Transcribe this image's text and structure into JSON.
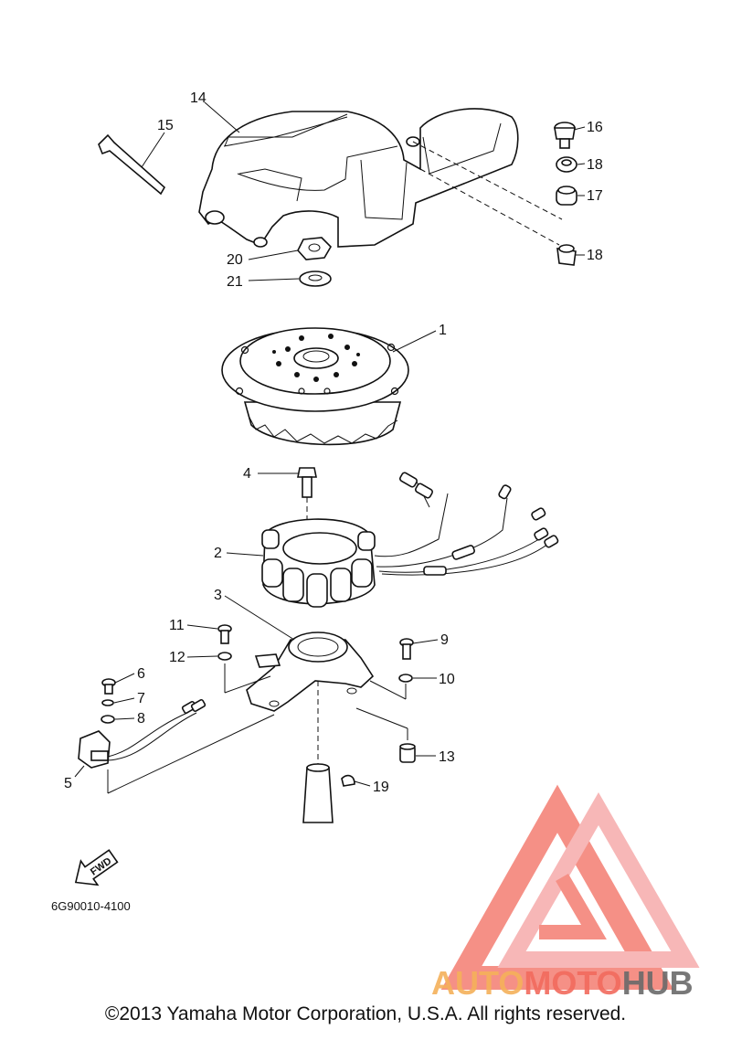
{
  "diagram_code": "6G90010-4100",
  "fwd_label": "FWD",
  "copyright": "©2013 Yamaha Motor Corporation, U.S.A. All rights reserved.",
  "watermark": {
    "word1": "AUTO",
    "word2": "MOTO",
    "word3": "HUB",
    "color_orange": "#f5b15a",
    "color_red": "#f26b5e",
    "color_grey": "#6a6a6a"
  },
  "callouts": {
    "c1": "1",
    "c2": "2",
    "c3": "3",
    "c4": "4",
    "c5": "5",
    "c6": "6",
    "c7": "7",
    "c8": "8",
    "c9": "9",
    "c10": "10",
    "c11": "11",
    "c12": "12",
    "c13": "13",
    "c14": "14",
    "c15": "15",
    "c16": "16",
    "c17": "17",
    "c18a": "18",
    "c18b": "18",
    "c19": "19",
    "c20": "20",
    "c21": "21"
  }
}
